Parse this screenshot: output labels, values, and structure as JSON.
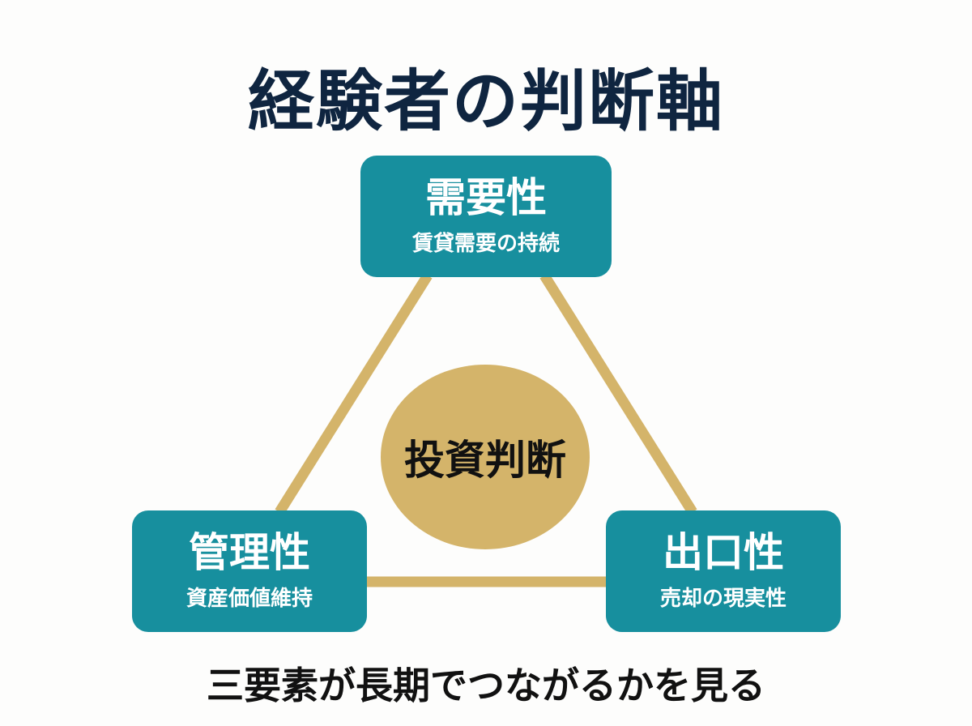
{
  "title": "経験者の判断軸",
  "hub": {
    "label": "投資判断"
  },
  "nodes": {
    "top": {
      "title": "需要性",
      "subtitle": "賃貸需要の持続"
    },
    "left": {
      "title": "管理性",
      "subtitle": "資産価値維持"
    },
    "right": {
      "title": "出口性",
      "subtitle": "売却の現実性"
    }
  },
  "caption": "三要素が長期でつながるかを見る",
  "colors": {
    "title": "#0f2540",
    "node_bg": "#178f9e",
    "connector": "#d4b46a",
    "hub_bg": "#d4b46a",
    "text_dark": "#111111"
  }
}
